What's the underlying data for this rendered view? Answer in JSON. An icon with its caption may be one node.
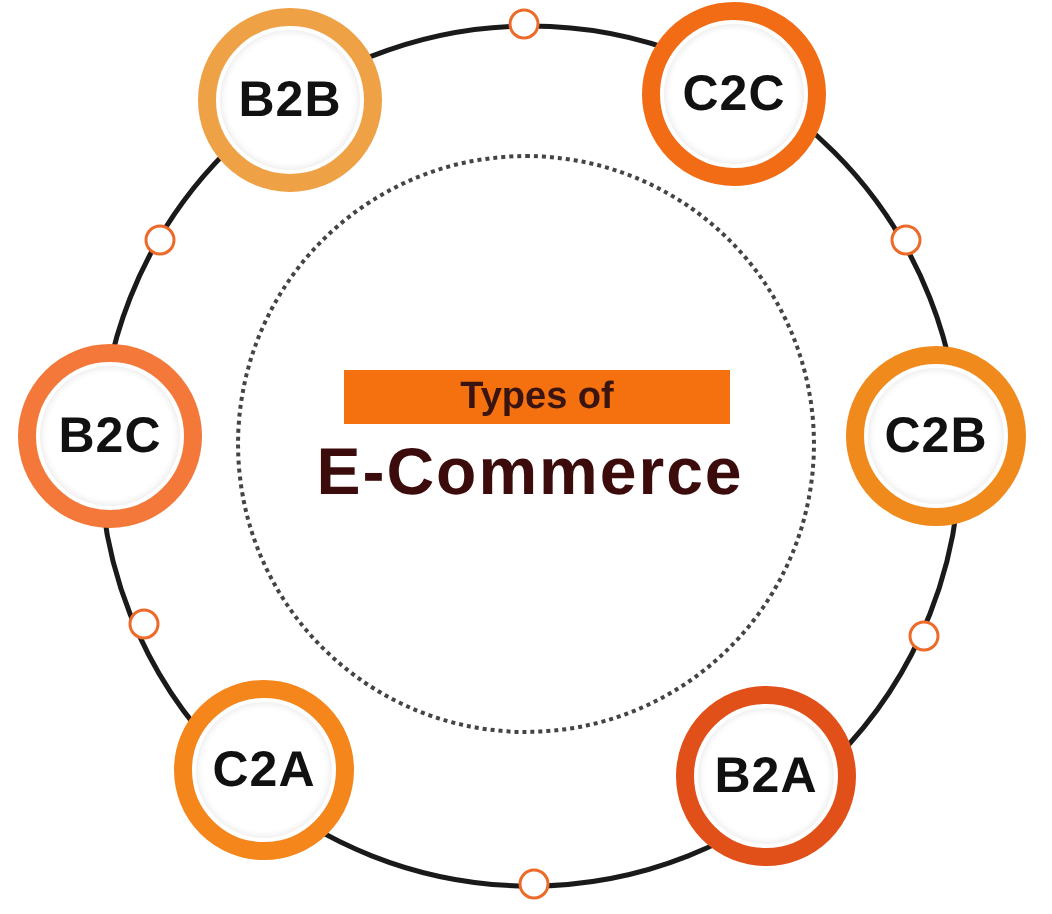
{
  "diagram": {
    "nodes": [
      {
        "text": [
          "B2B"
        ]
      },
      {
        "text": [
          "C2C"
        ]
      },
      {
        "text": [
          "B2C"
        ]
      },
      {
        "text": [
          "Types of",
          "E-Commerce"
        ]
      },
      {
        "text": [
          "C2B"
        ]
      },
      {
        "text": [
          "C2A"
        ]
      },
      {
        "text": [
          "B2A"
        ]
      }
    ]
  }
}
